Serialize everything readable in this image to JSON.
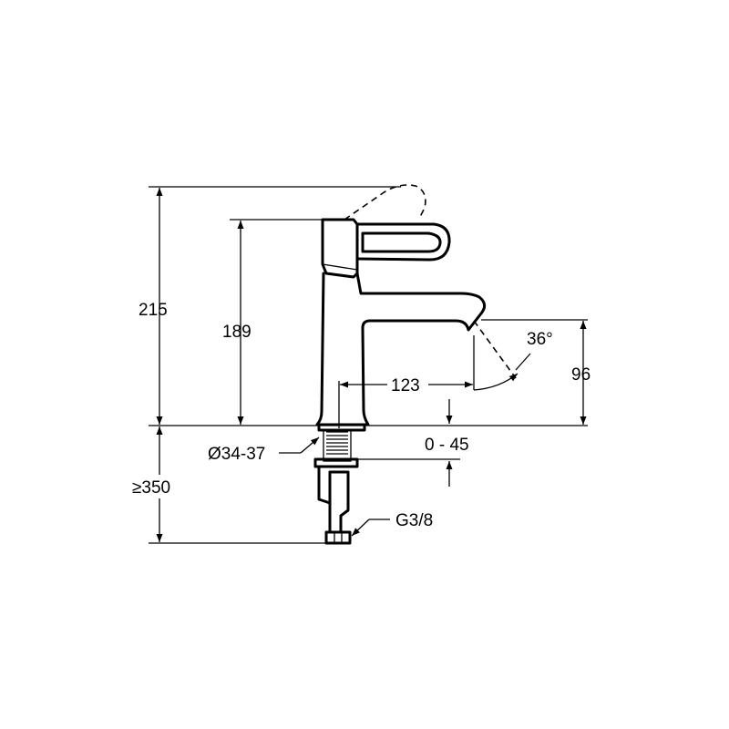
{
  "dimensions": {
    "total_height": "215",
    "body_height": "189",
    "spout_reach": "123",
    "spout_angle": "36°",
    "spout_height": "96",
    "hole_diameter": "Ø34-37",
    "deck_thickness": "0 - 45",
    "hose_length": "≥350",
    "thread": "G3/8"
  }
}
